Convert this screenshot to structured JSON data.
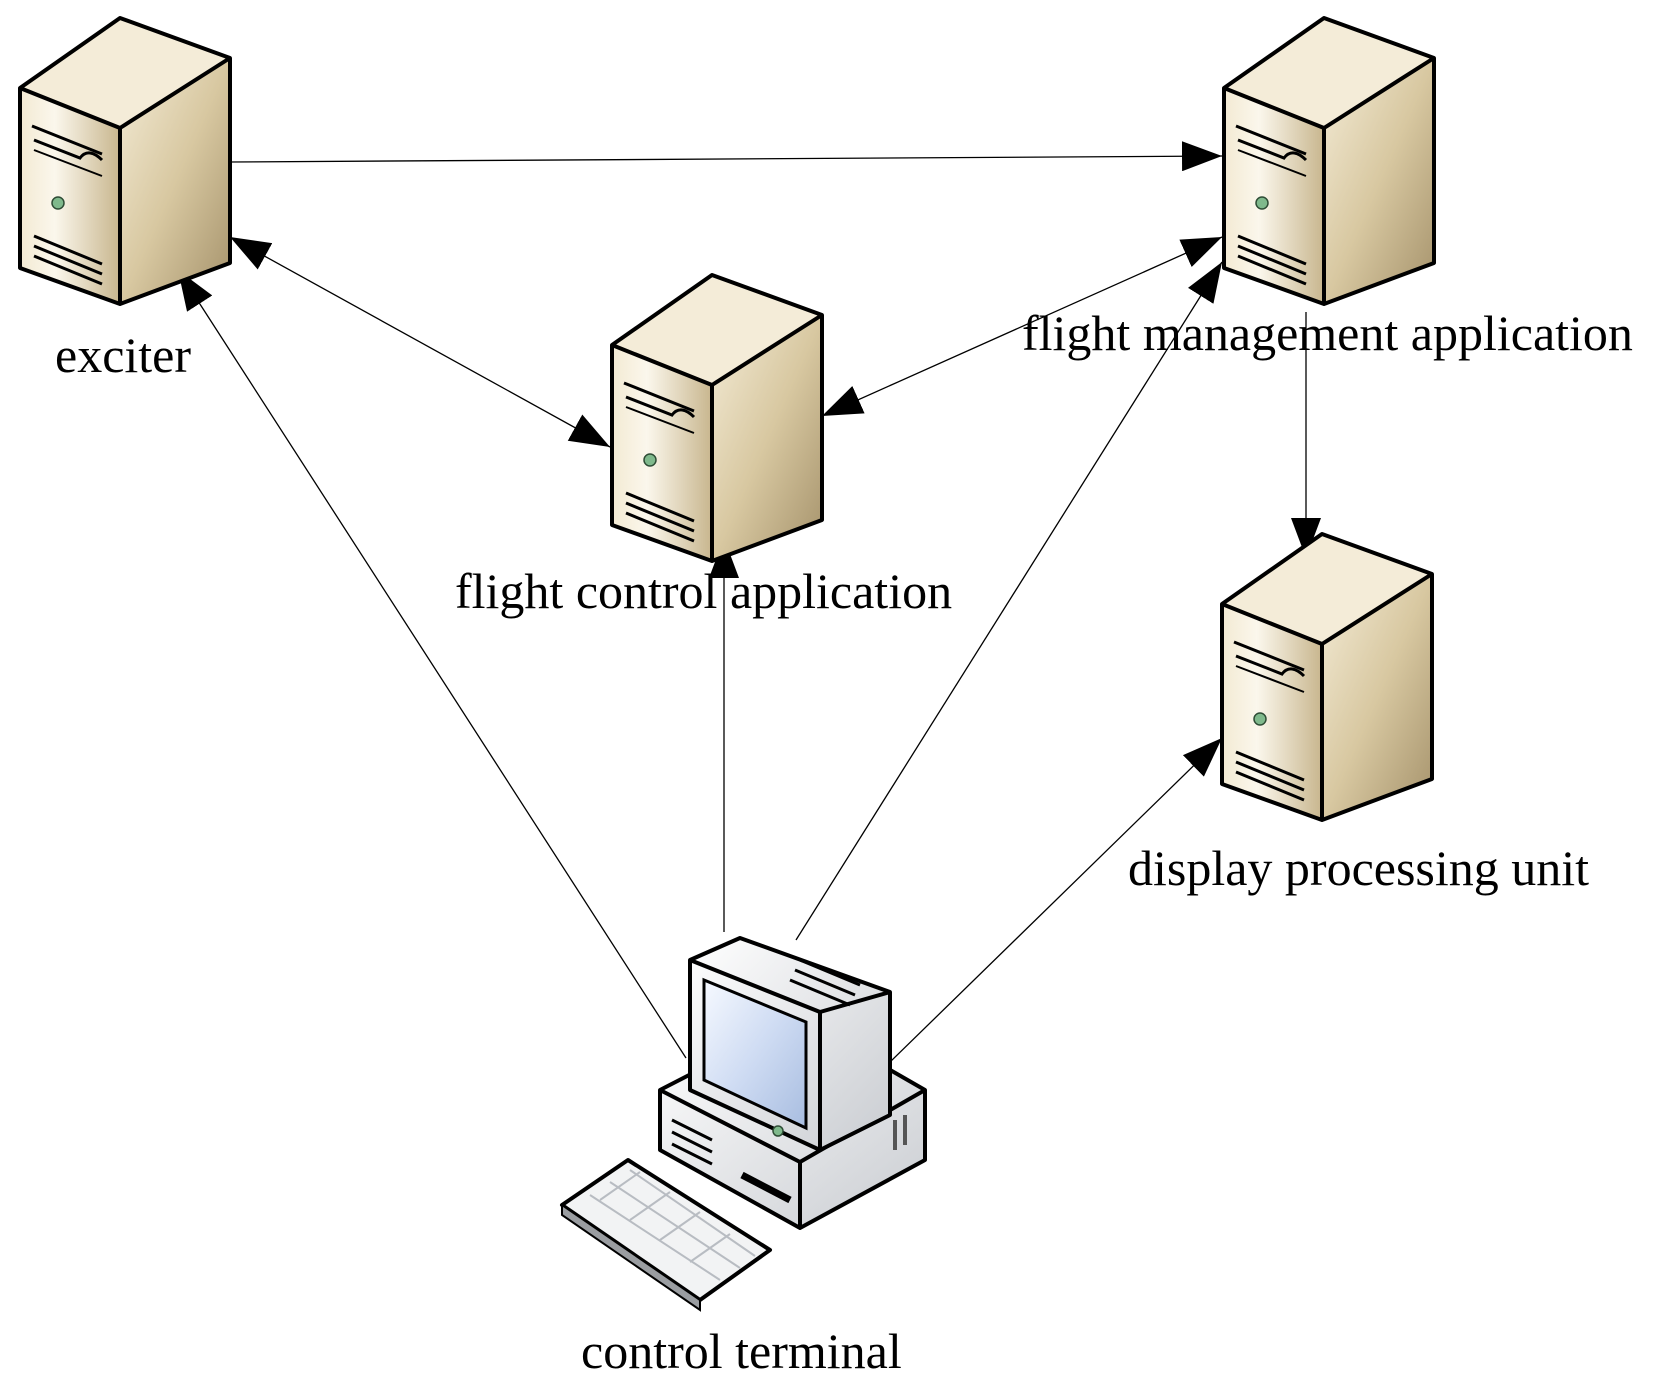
{
  "diagram": {
    "type": "network-topology",
    "nodes": {
      "exciter": {
        "label": "exciter",
        "icon": "server-tower-icon"
      },
      "flight_control": {
        "label": "flight control application",
        "icon": "server-tower-icon"
      },
      "flight_management": {
        "label": "flight management application",
        "icon": "server-tower-icon"
      },
      "display_processing": {
        "label": "display processing unit",
        "icon": "server-tower-icon"
      },
      "control_terminal": {
        "label": "control terminal",
        "icon": "desktop-computer-icon"
      }
    },
    "edges": [
      {
        "from": "exciter",
        "to": "flight_management",
        "direction": "one-way"
      },
      {
        "from": "exciter",
        "to": "flight_control",
        "direction": "bidirectional"
      },
      {
        "from": "flight_control",
        "to": "flight_management",
        "direction": "bidirectional"
      },
      {
        "from": "flight_management",
        "to": "display_processing",
        "direction": "one-way"
      },
      {
        "from": "control_terminal",
        "to": "exciter",
        "direction": "one-way"
      },
      {
        "from": "control_terminal",
        "to": "flight_control",
        "direction": "one-way"
      },
      {
        "from": "control_terminal",
        "to": "flight_management",
        "direction": "one-way"
      },
      {
        "from": "control_terminal",
        "to": "display_processing",
        "direction": "one-way"
      }
    ],
    "colors": {
      "server_light": "#fbf7ec",
      "server_mid": "#e2d4b2",
      "server_dark": "#a4916a",
      "server_top": "#efe4c8",
      "pc_body": "#eef0f2",
      "pc_screen": "#d3e0f5",
      "led": "#7fb98c",
      "line": "#000000"
    }
  }
}
